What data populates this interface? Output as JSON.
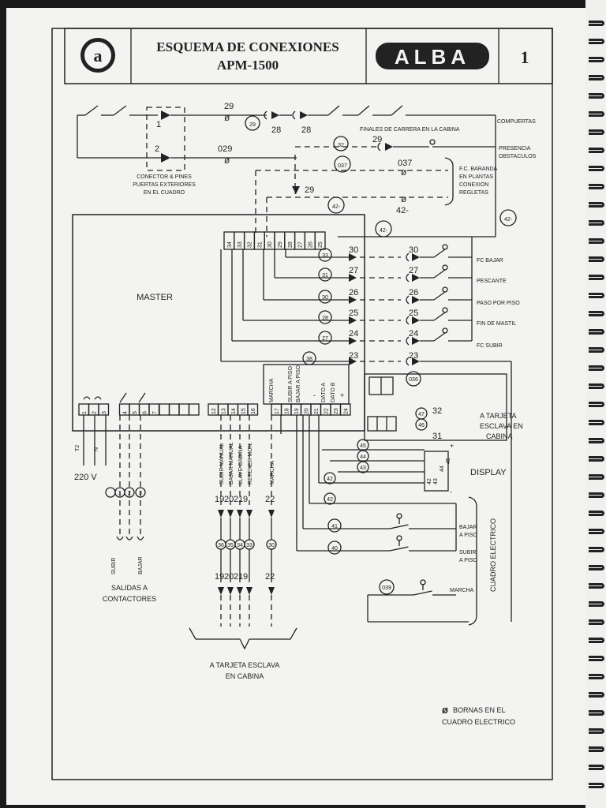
{
  "title_block": {
    "line1": "ESQUEMA DE CONEXIONES",
    "line2": "APM-1500",
    "brand": "ALBA",
    "page_number": "1",
    "logo_letter": "a"
  },
  "labels": {
    "master": "MASTER",
    "compuertas": "COMPUERTAS",
    "presencia_1": "PRESENCIA",
    "presencia_2": "OBSTACULOS",
    "finales": "FINALES DE CARRERA EN LA CABINA",
    "conector_1": "CONECTOR & PINES",
    "conector_2": "PUERTAS EXTERIORES",
    "conector_3": "EN EL CUADRO",
    "fc_1": "F.C. BARANDA",
    "fc_2": "EN PLANTAS",
    "fc_3": "CONEXION",
    "fc_4": "REGLETAS",
    "fc_bajar": "FC BAJAR",
    "pescante": "PESCANTE",
    "paso_por_piso": "PASO POR PISO",
    "fin_de_mastil": "FIN DE MASTIL",
    "fc_subir": "FC SUBIR",
    "tarjeta_1": "A TARJETA",
    "tarjeta_2": "ESCLAVA EN",
    "tarjeta_3": "CABINA",
    "display": "DISPLAY",
    "bajar_a_piso_1": "BAJAR",
    "bajar_a_piso_2": "A PISO",
    "subir_a_piso_1": "SUBIR",
    "subir_a_piso_2": "A PISO",
    "marcha": "MARCHA",
    "cuadro_electrico_vertical": "CUADRO ELECTRICO",
    "voltage": "220 V",
    "salidas_1": "SALIDAS A",
    "salidas_2": "CONTACTORES",
    "subir": "SUBIR",
    "bajar": "BAJAR",
    "tarjeta_bottom_1": "A TARJETA ESCLAVA",
    "tarjeta_bottom_2": "EN CABINA",
    "legend_1": "BORNAS EN EL",
    "legend_2": "CUADRO ELECTRICO",
    "legend_symbol": "ø",
    "t2": "T2",
    "n": "N"
  },
  "terminals_top": [
    "34",
    "33",
    "32",
    "31",
    "30",
    "29",
    "28",
    "27",
    "26",
    "25"
  ],
  "terminals_mid": [
    "17",
    "18",
    "19",
    "20",
    "21",
    "22",
    "23",
    "24"
  ],
  "terminal_mid_labels": [
    "MARCHA",
    "SUBIR A PISO",
    "BAJAR A PISO",
    "-",
    "DATO A",
    "DATO B",
    "+"
  ],
  "terminals_left": [
    "1",
    "2",
    "3",
    "4",
    "5",
    "6",
    "7"
  ],
  "terminals_center": [
    "12",
    "13",
    "14",
    "15",
    "16"
  ],
  "terminal_center_labels": [
    "SUBIR MANUAL",
    "BAJAR MANUAL",
    "LLAVE CABINA",
    "RETENER MON.",
    "MARCHA"
  ],
  "wire_numbers": {
    "w29": "29",
    "w029": "029",
    "w28a": "28",
    "w28b": "28",
    "w29b": "29",
    "w037": "037",
    "w42": "42-",
    "w29c": "29",
    "w30": "30",
    "w27": "27",
    "w26": "26",
    "w25": "25",
    "w24": "24",
    "w23": "23",
    "w32": "32",
    "w31": "31",
    "plus": "+",
    "minus": "-",
    "pin1": "1",
    "pin2": "2"
  },
  "circled": {
    "c29": "29",
    "c32": "32",
    "c037": "037",
    "c42a": "42-",
    "c42b": "42-",
    "c42c": "42-",
    "c33": "33",
    "c31": "31",
    "c30": "30",
    "c28": "28",
    "c27": "27",
    "c38": "38",
    "c036": "036",
    "c47": "47",
    "c46": "46",
    "c45": "45",
    "c44": "44",
    "c43": "43",
    "c42d": "42",
    "c42e": "42",
    "c41": "41",
    "c40": "40",
    "c039": "039"
  },
  "display_pins": [
    "45",
    "44",
    "43",
    "42"
  ],
  "bottom_wires_top": [
    "19",
    "20",
    "21",
    "9",
    "22"
  ],
  "bottom_wires_bot": [
    "19",
    "20",
    "21",
    "9",
    "22"
  ],
  "bottom_circles": [
    "36",
    "35",
    "34",
    "33",
    "30"
  ],
  "contactor_circles": [
    "1",
    "2",
    "3"
  ]
}
